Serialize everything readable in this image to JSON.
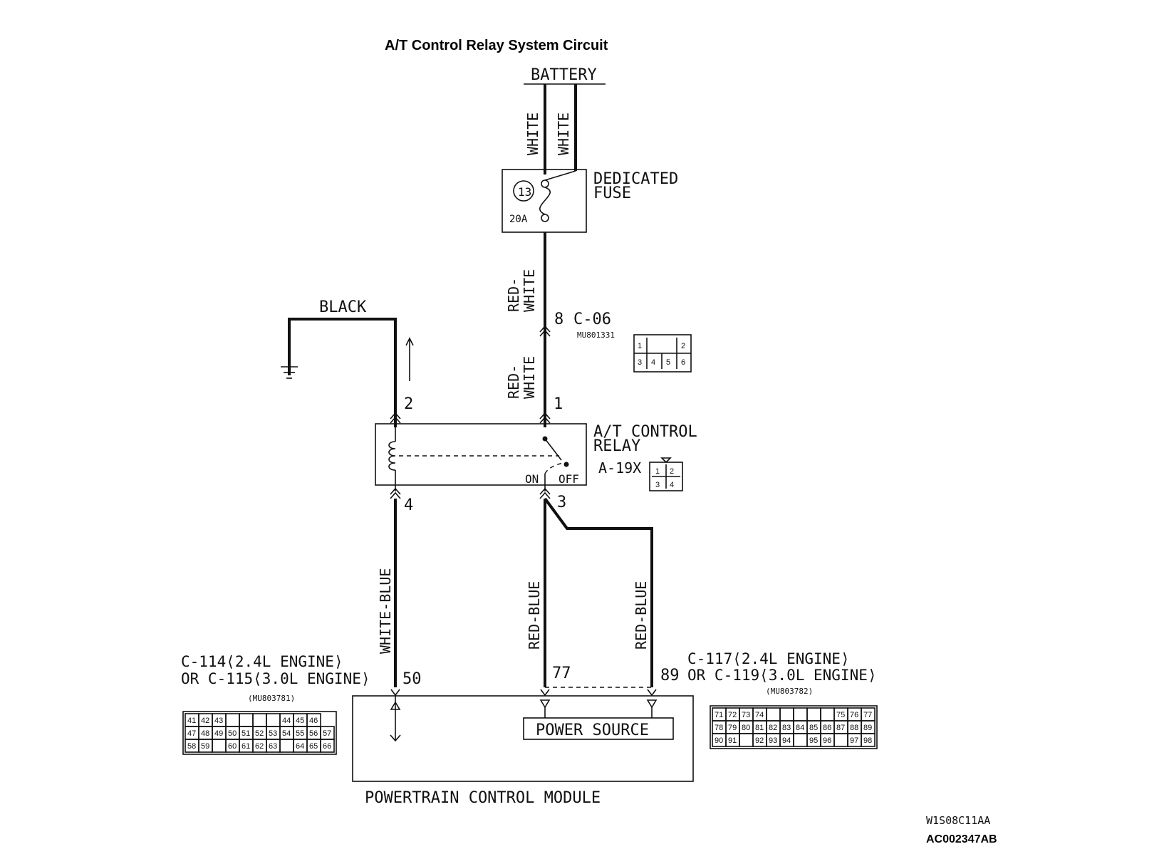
{
  "title": "A/T Control Relay System Circuit",
  "battery_label": "BATTERY",
  "wires": {
    "battery_left": "WHITE",
    "battery_right": "WHITE",
    "fuse_to_c06": "RED-\nWHITE",
    "c06_to_relay": "RED-\nWHITE",
    "ground": "BLACK",
    "relay_to_pcm_50": "WHITE-BLUE",
    "relay_to_pcm_77": "RED-BLUE",
    "relay_to_pcm_89": "RED-BLUE"
  },
  "fuse": {
    "label_line1": "DEDICATED",
    "label_line2": "FUSE",
    "number": "13",
    "rating": "20A"
  },
  "connector_c06": {
    "pin": "8",
    "name": "C-06",
    "part": "MU801331",
    "pins": [
      "1",
      "2",
      "3",
      "4",
      "5",
      "6"
    ]
  },
  "relay": {
    "label_line1": "A/T CONTROL",
    "label_line2": "RELAY",
    "connector": "A-19X",
    "pins": [
      "1",
      "2",
      "3",
      "4"
    ],
    "pin_top_left": "2",
    "pin_top_right": "1",
    "pin_bottom_left": "4",
    "pin_bottom_right": "3",
    "on_label": "ON",
    "off_label": "OFF"
  },
  "pcm": {
    "label": "POWERTRAIN CONTROL MODULE",
    "power_source": "POWER SOURCE",
    "left_connector_line1": "C-114⟨2.4L ENGINE⟩",
    "left_connector_line2": "OR C-115⟨3.0L ENGINE⟩",
    "left_connector_part": "(MU803781)",
    "left_pin": "50",
    "mid_pin": "77",
    "right_pin": "89",
    "right_connector_line1": "C-117⟨2.4L ENGINE⟩",
    "right_connector_line2": "OR C-119⟨3.0L ENGINE⟩",
    "right_connector_part": "(MU803782)",
    "left_grid": [
      [
        "41",
        "42",
        "43",
        "",
        "",
        "",
        "",
        "44",
        "45",
        "46"
      ],
      [
        "47",
        "48",
        "49",
        "50",
        "51",
        "52",
        "53",
        "54",
        "55",
        "56",
        "57"
      ],
      [
        "58",
        "59",
        "",
        "60",
        "61",
        "62",
        "63",
        "",
        "64",
        "65",
        "66"
      ]
    ],
    "right_grid": [
      [
        "71",
        "72",
        "73",
        "74",
        "",
        "",
        "",
        "",
        "",
        "75",
        "76",
        "77"
      ],
      [
        "78",
        "79",
        "80",
        "81",
        "82",
        "83",
        "84",
        "85",
        "86",
        "87",
        "88",
        "89"
      ],
      [
        "90",
        "91",
        "",
        "92",
        "93",
        "94",
        "",
        "95",
        "96",
        "",
        "97",
        "98"
      ]
    ]
  },
  "footer": {
    "code1": "W1S08C11AA",
    "code2": "AC002347AB"
  }
}
